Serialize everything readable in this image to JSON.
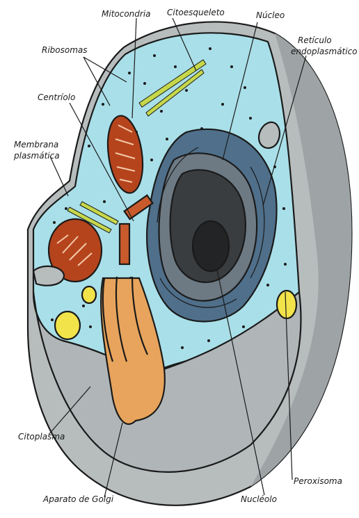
{
  "labels": {
    "mitocondria": "Mitocondria",
    "citoesqueleto": "Citoesqueleto",
    "nucleo": "Núcleo",
    "reticulo_line1": "Retículo",
    "reticulo_line2": "endoplasmático",
    "ribosomas": "Ribosomas",
    "centriolo": "Centríolo",
    "membrana_line1": "Membrana",
    "membrana_line2": "plasmática",
    "citoplasma": "Citoplasma",
    "peroxisoma": "Peroxisoma",
    "golgi": "Aparato de Golgi",
    "nucleolo": "Nucléolo"
  },
  "colors": {
    "cytoplasm": "#a9dfe8",
    "membrane_gray": "#b7bcbd",
    "nucleus_outer": "#4f6f8a",
    "nucleus_dark": "#3a3d40",
    "nucleolus": "#222426",
    "mitochondria": "#b5441d",
    "golgi": "#e8a45c",
    "peroxisome": "#f2e34a",
    "cytoskeleton": "#c6d84a"
  }
}
